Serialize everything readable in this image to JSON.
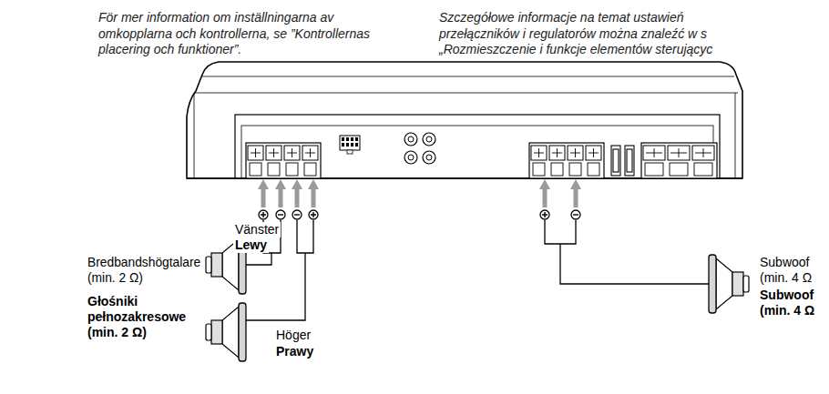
{
  "diagram": {
    "labels": [
      "För mer information om inställningarna av omkopplarna och kontrollerna, se ”Kontrollernas placering och funktioner”.",
      "Szczegółowe informacje na temat ustawień przełączników i regulatorów można znaleźć w s „Rozmieszczenie i funkcje elementów sterującyc",
      "Vänster",
      "Lewy",
      "Bredbandshögtalare (min. 2 Ω)",
      "Głośniki pełnozakresowe (min. 2 Ω)",
      "Höger",
      "Prawy",
      "Subwoof (min. 4 Ω",
      "Subwoof (min. 4 Ω"
    ]
  }
}
